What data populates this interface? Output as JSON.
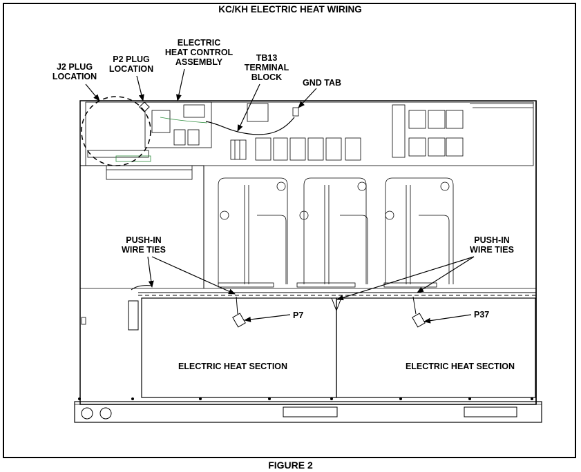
{
  "title": "KC/KH ELECTRIC HEAT WIRING",
  "caption": "FIGURE 2",
  "labels": {
    "j2_plug": [
      "J2 PLUG",
      "LOCATION"
    ],
    "p2_plug": [
      "P2 PLUG",
      "LOCATION"
    ],
    "heat_control": [
      "ELECTRIC",
      "HEAT CONTROL",
      "ASSEMBLY"
    ],
    "tb13": [
      "TB13",
      "TERMINAL",
      "BLOCK"
    ],
    "gnd_tab": "GND TAB",
    "push_in_left": [
      "PUSH-IN",
      "WIRE TIES"
    ],
    "push_in_right": [
      "PUSH-IN",
      "WIRE TIES"
    ],
    "p7": "P7",
    "p37": "P37",
    "heat_section_left": "ELECTRIC HEAT SECTION",
    "heat_section_right": "ELECTRIC HEAT SECTION"
  }
}
